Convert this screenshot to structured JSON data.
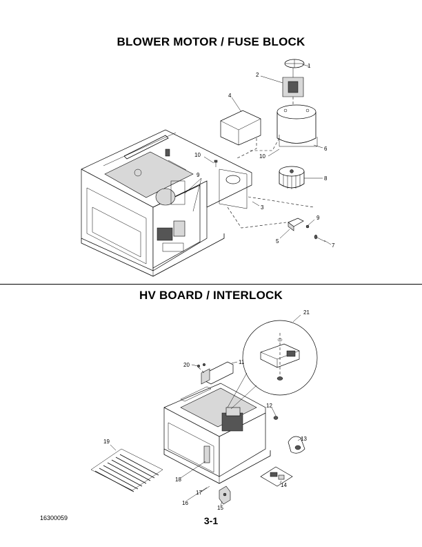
{
  "page": {
    "section1_title": "BLOWER MOTOR / FUSE BLOCK",
    "section2_title": "HV BOARD / INTERLOCK",
    "doc_number": "16300059",
    "page_number": "3-1"
  },
  "callouts": {
    "c1": "1",
    "c2": "2",
    "c3": "3",
    "c4": "4",
    "c5": "5",
    "c6": "6",
    "c7": "7",
    "c8": "8",
    "c9a": "9",
    "c9b": "9",
    "c10a": "10",
    "c10b": "10",
    "c11": "11",
    "c12": "12",
    "c13": "13",
    "c14": "14",
    "c15": "15",
    "c16": "16",
    "c17": "17",
    "c18": "18",
    "c19": "19",
    "c20": "20",
    "c21": "21"
  }
}
